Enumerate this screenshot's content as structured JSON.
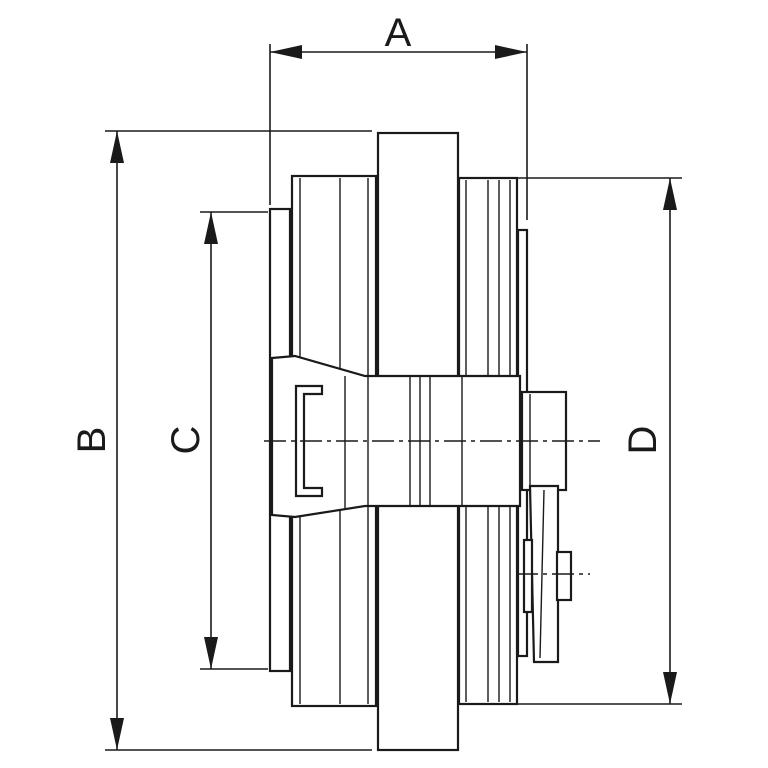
{
  "dimensions": {
    "a": "A",
    "b": "B",
    "c": "C",
    "d": "D"
  },
  "colors": {
    "line": "#1a1a1a",
    "background": "#ffffff"
  }
}
